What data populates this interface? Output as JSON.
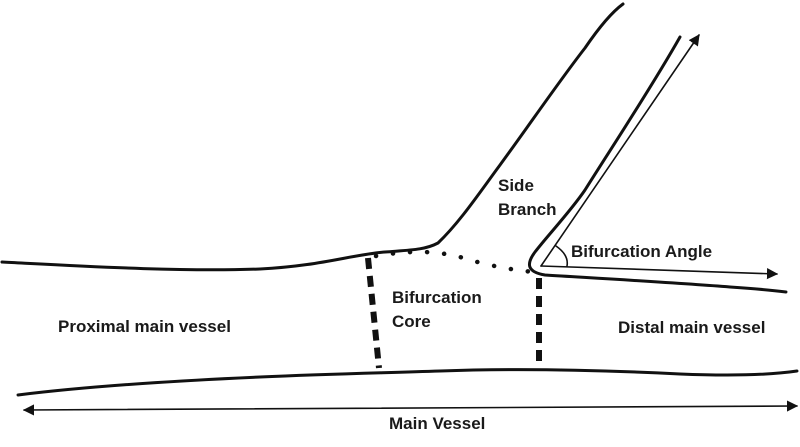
{
  "labels": {
    "side_branch_line1": "Side",
    "side_branch_line2": "Branch",
    "bifurcation_angle": "Bifurcation Angle",
    "bifurcation_core_line1": "Bifurcation",
    "bifurcation_core_line2": "Core",
    "proximal_main_vessel": "Proximal main vessel",
    "distal_main_vessel": "Distal main vessel",
    "main_vessel": "Main Vessel"
  },
  "colors": {
    "line": "#111111",
    "text": "#1a1a1a",
    "background": "#ffffff"
  }
}
